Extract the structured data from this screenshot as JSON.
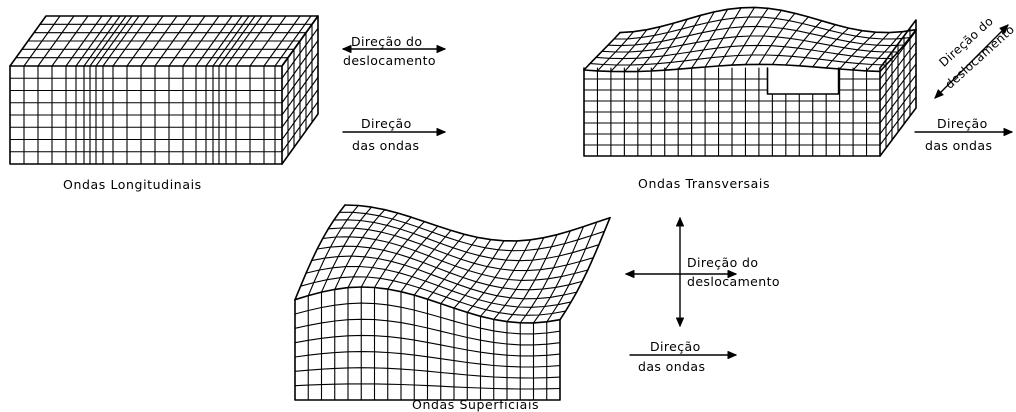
{
  "panels": {
    "longitudinal": {
      "caption": "Ondas Longitudinais",
      "displacement_label_1": "Direção do",
      "displacement_label_2": "deslocamento",
      "wave_label_1": "Direção",
      "wave_label_2": "das ondas"
    },
    "transversal": {
      "caption": "Ondas Transversais",
      "displacement_label_1": "Direção do",
      "displacement_label_2": "deslocamento",
      "wave_label_1": "Direção",
      "wave_label_2": "das ondas"
    },
    "superficial": {
      "caption": "Ondas Superficiais",
      "displacement_label_1": "Direção do",
      "displacement_label_2": "deslocamento",
      "wave_label_1": "Direção",
      "wave_label_2": "das ondas"
    }
  },
  "colors": {
    "line": "#000000",
    "background": "#ffffff"
  }
}
